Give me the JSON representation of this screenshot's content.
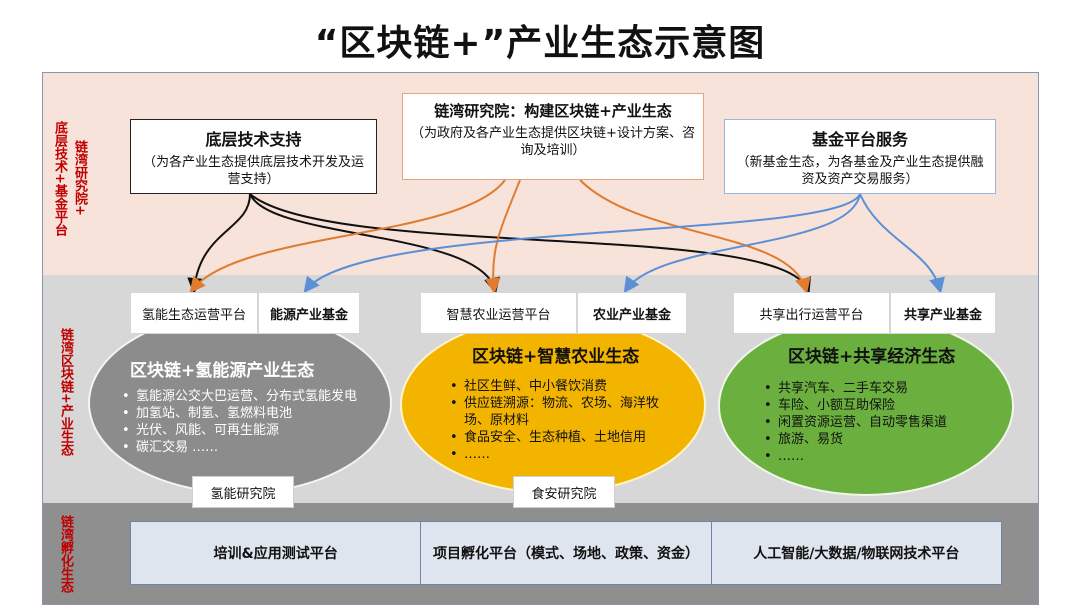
{
  "title": "“区块链+”产业生态示意图",
  "side_labels": {
    "top_a": "底层技术+基金平台",
    "top_b": "链湾研究院+",
    "mid": "链湾区块链+产业生态",
    "bot": "链湾孵化生态"
  },
  "top_boxes": {
    "tech": {
      "title": "底层技术支持",
      "desc": "（为各产业生态提供底层技术开发及运营支持）"
    },
    "institute": {
      "title": "链湾研究院：构建区块链+产业生态",
      "desc": "（为政府及各产业生态提供区块链+设计方案、咨询及培训）"
    },
    "fund": {
      "title": "基金平台服务",
      "desc": "（新基金生态，为各基金及产业生态提供融资及资产交易服务）"
    }
  },
  "ecosystems": [
    {
      "platform": "氢能生态运营平台",
      "fund": "能源产业基金",
      "title": "区块链+氢能源产业生态",
      "items": [
        "氢能源公交大巴运营、分布式氢能发电",
        "加氢站、制氢、氢燃料电池",
        "光伏、风能、可再生能源",
        "碳汇交易 ……"
      ],
      "institute": "氢能研究院",
      "color": "#8c8c8c"
    },
    {
      "platform": "智慧农业运营平台",
      "fund": "农业产业基金",
      "title": "区块链+智慧农业生态",
      "items": [
        "社区生鲜、中小餐饮消费",
        "供应链溯源：物流、农场、海洋牧场、原材料",
        "食品安全、生态种植、土地信用",
        "……"
      ],
      "institute": "食安研究院",
      "color": "#f3b400"
    },
    {
      "platform": "共享出行运营平台",
      "fund": "共享产业基金",
      "title": "区块链+共享经济生态",
      "items": [
        "共享汽车、二手车交易",
        "车险、小额互助保险",
        "闲置资源运营、自动零售渠道",
        "旅游、易货",
        "……"
      ]
    }
  ],
  "ecosystem_colors": {
    "hydrogen": "#8c8c8c",
    "agri": "#f3b400",
    "sharing": "#6bb03f"
  },
  "arrow_colors": {
    "tech": "#111111",
    "institute": "#e07b2f",
    "fund": "#5b8fd6"
  },
  "bottom_platforms": [
    "培训&应用测试平台",
    "项目孵化平台（模式、场地、政策、资金）",
    "人工智能/大数据/物联网技术平台"
  ],
  "icons": [
    "arrow-connector-icon"
  ]
}
